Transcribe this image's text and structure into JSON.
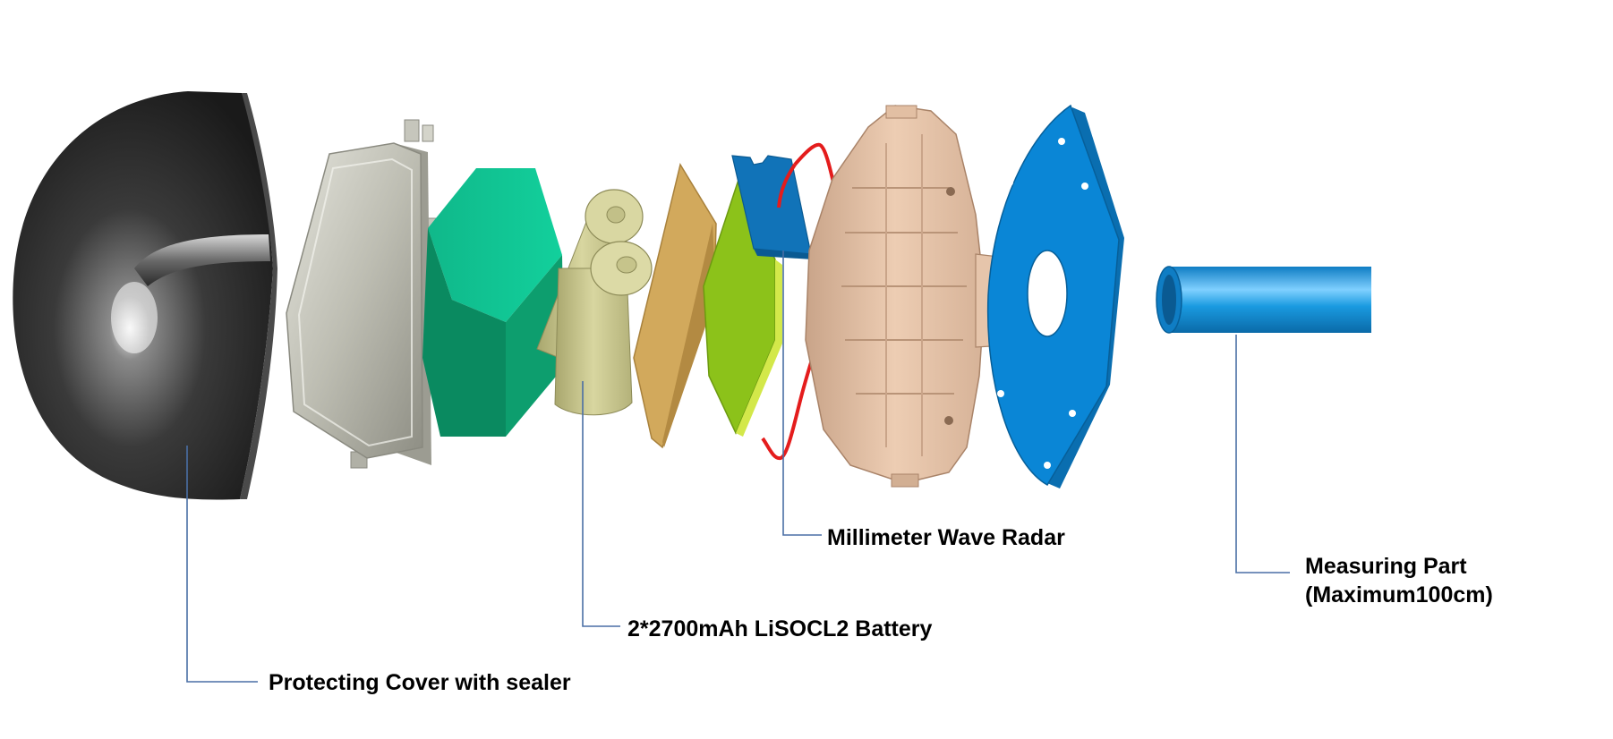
{
  "callouts": {
    "cover": "Protecting Cover with sealer",
    "battery": "2*2700mAh LiSOCL2 Battery",
    "radar": "Millimeter Wave Radar",
    "measuring_line1": "Measuring Part",
    "measuring_line2": "(Maximum100cm)"
  },
  "colors": {
    "cover": "#2b2b2b",
    "housing": "#b8b8ac",
    "green_block": "#0f9a6a",
    "battery_cells": "#c9c78e",
    "gold_plate": "#d2a95c",
    "pcb_green": "#8cc21a",
    "radar_module": "#1173b8",
    "red_gasket": "#e41c1c",
    "base_body": "#e2bfa3",
    "flange": "#0a86d6",
    "tube": "#1a9ae0",
    "leader_line": "#4a6fa5",
    "background": "#ffffff"
  }
}
